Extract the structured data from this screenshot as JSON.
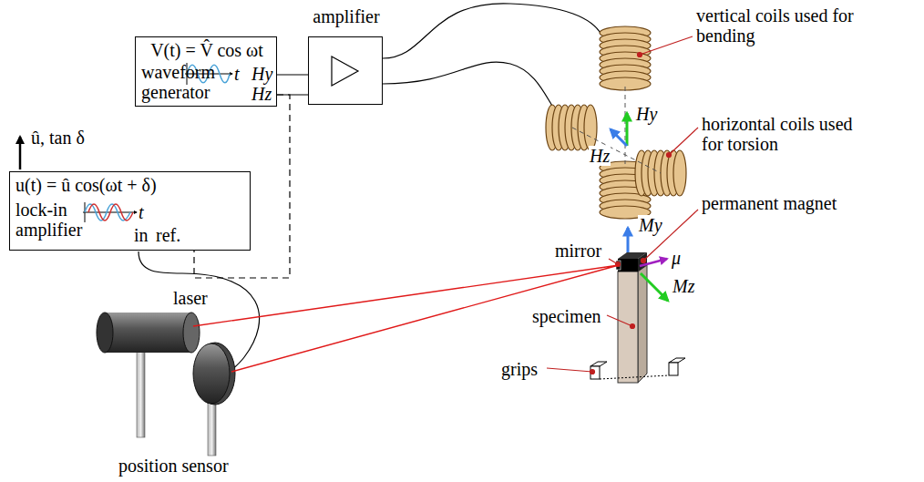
{
  "diagram": {
    "nodes": [
      {
        "text": [
          "V(t) = V̂ cos ωt",
          "waveform generator"
        ]
      },
      {
        "text": [
          "amplifier"
        ]
      },
      {
        "text": [
          "u(t) = û cos(ωt + δ)",
          "lock-in amplifier",
          "in",
          "ref."
        ]
      }
    ],
    "edges": [
      {
        "from": 0,
        "to": 1,
        "arrow": "none"
      },
      {
        "from": 0,
        "to": 1,
        "arrow": "none"
      },
      {
        "from": 0,
        "to": 2,
        "arrow": "none"
      }
    ],
    "labels": [
      "Hy",
      "Hz",
      "t",
      "t",
      "û, tan δ",
      "vertical coils used for bending",
      "Hy",
      "Hz",
      "horizontal coils used for torsion",
      "permanent magnet",
      "My",
      "mirror",
      "μ",
      "Mz",
      "specimen",
      "grips",
      "laser",
      "position sensor"
    ]
  }
}
